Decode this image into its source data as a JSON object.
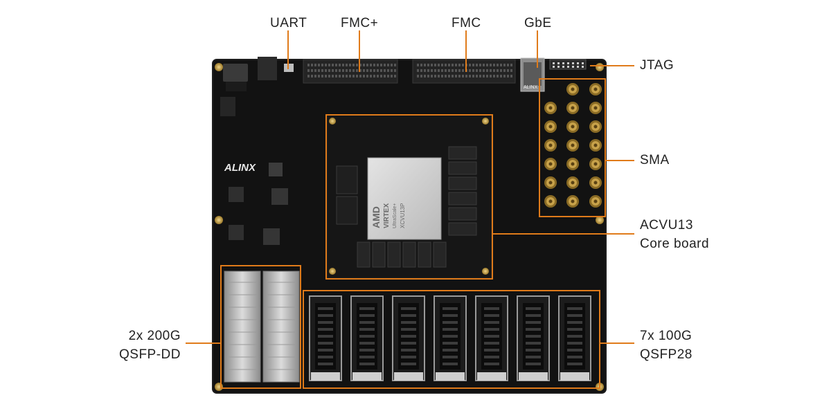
{
  "labels": {
    "uart": "UART",
    "fmc_plus": "FMC+",
    "fmc": "FMC",
    "gbe": "GbE",
    "jtag": "JTAG",
    "sma": "SMA",
    "acvu13_line1": "ACVU13",
    "acvu13_line2": "Core board",
    "qsfpdd_line1": "2x 200G",
    "qsfpdd_line2": "QSFP-DD",
    "qsfp28_line1": "7x 100G",
    "qsfp28_line2": "QSFP28"
  },
  "board": {
    "brand": "ALINX",
    "chip_vendor": "AMD",
    "chip_family": "VIRTEX",
    "chip_series": "UltraScale+",
    "chip_part": "XCVU13P",
    "gbe_marking": "ALINX"
  },
  "colors": {
    "accent": "#e07b1a",
    "pcb": "#121212",
    "pcb_edge": "#1e1e1e",
    "gold": "#c8a24a",
    "silver": "#cfcfcf"
  },
  "icons": {
    "connector": "sma-connector-icon",
    "cage": "qsfp-cage-icon"
  }
}
